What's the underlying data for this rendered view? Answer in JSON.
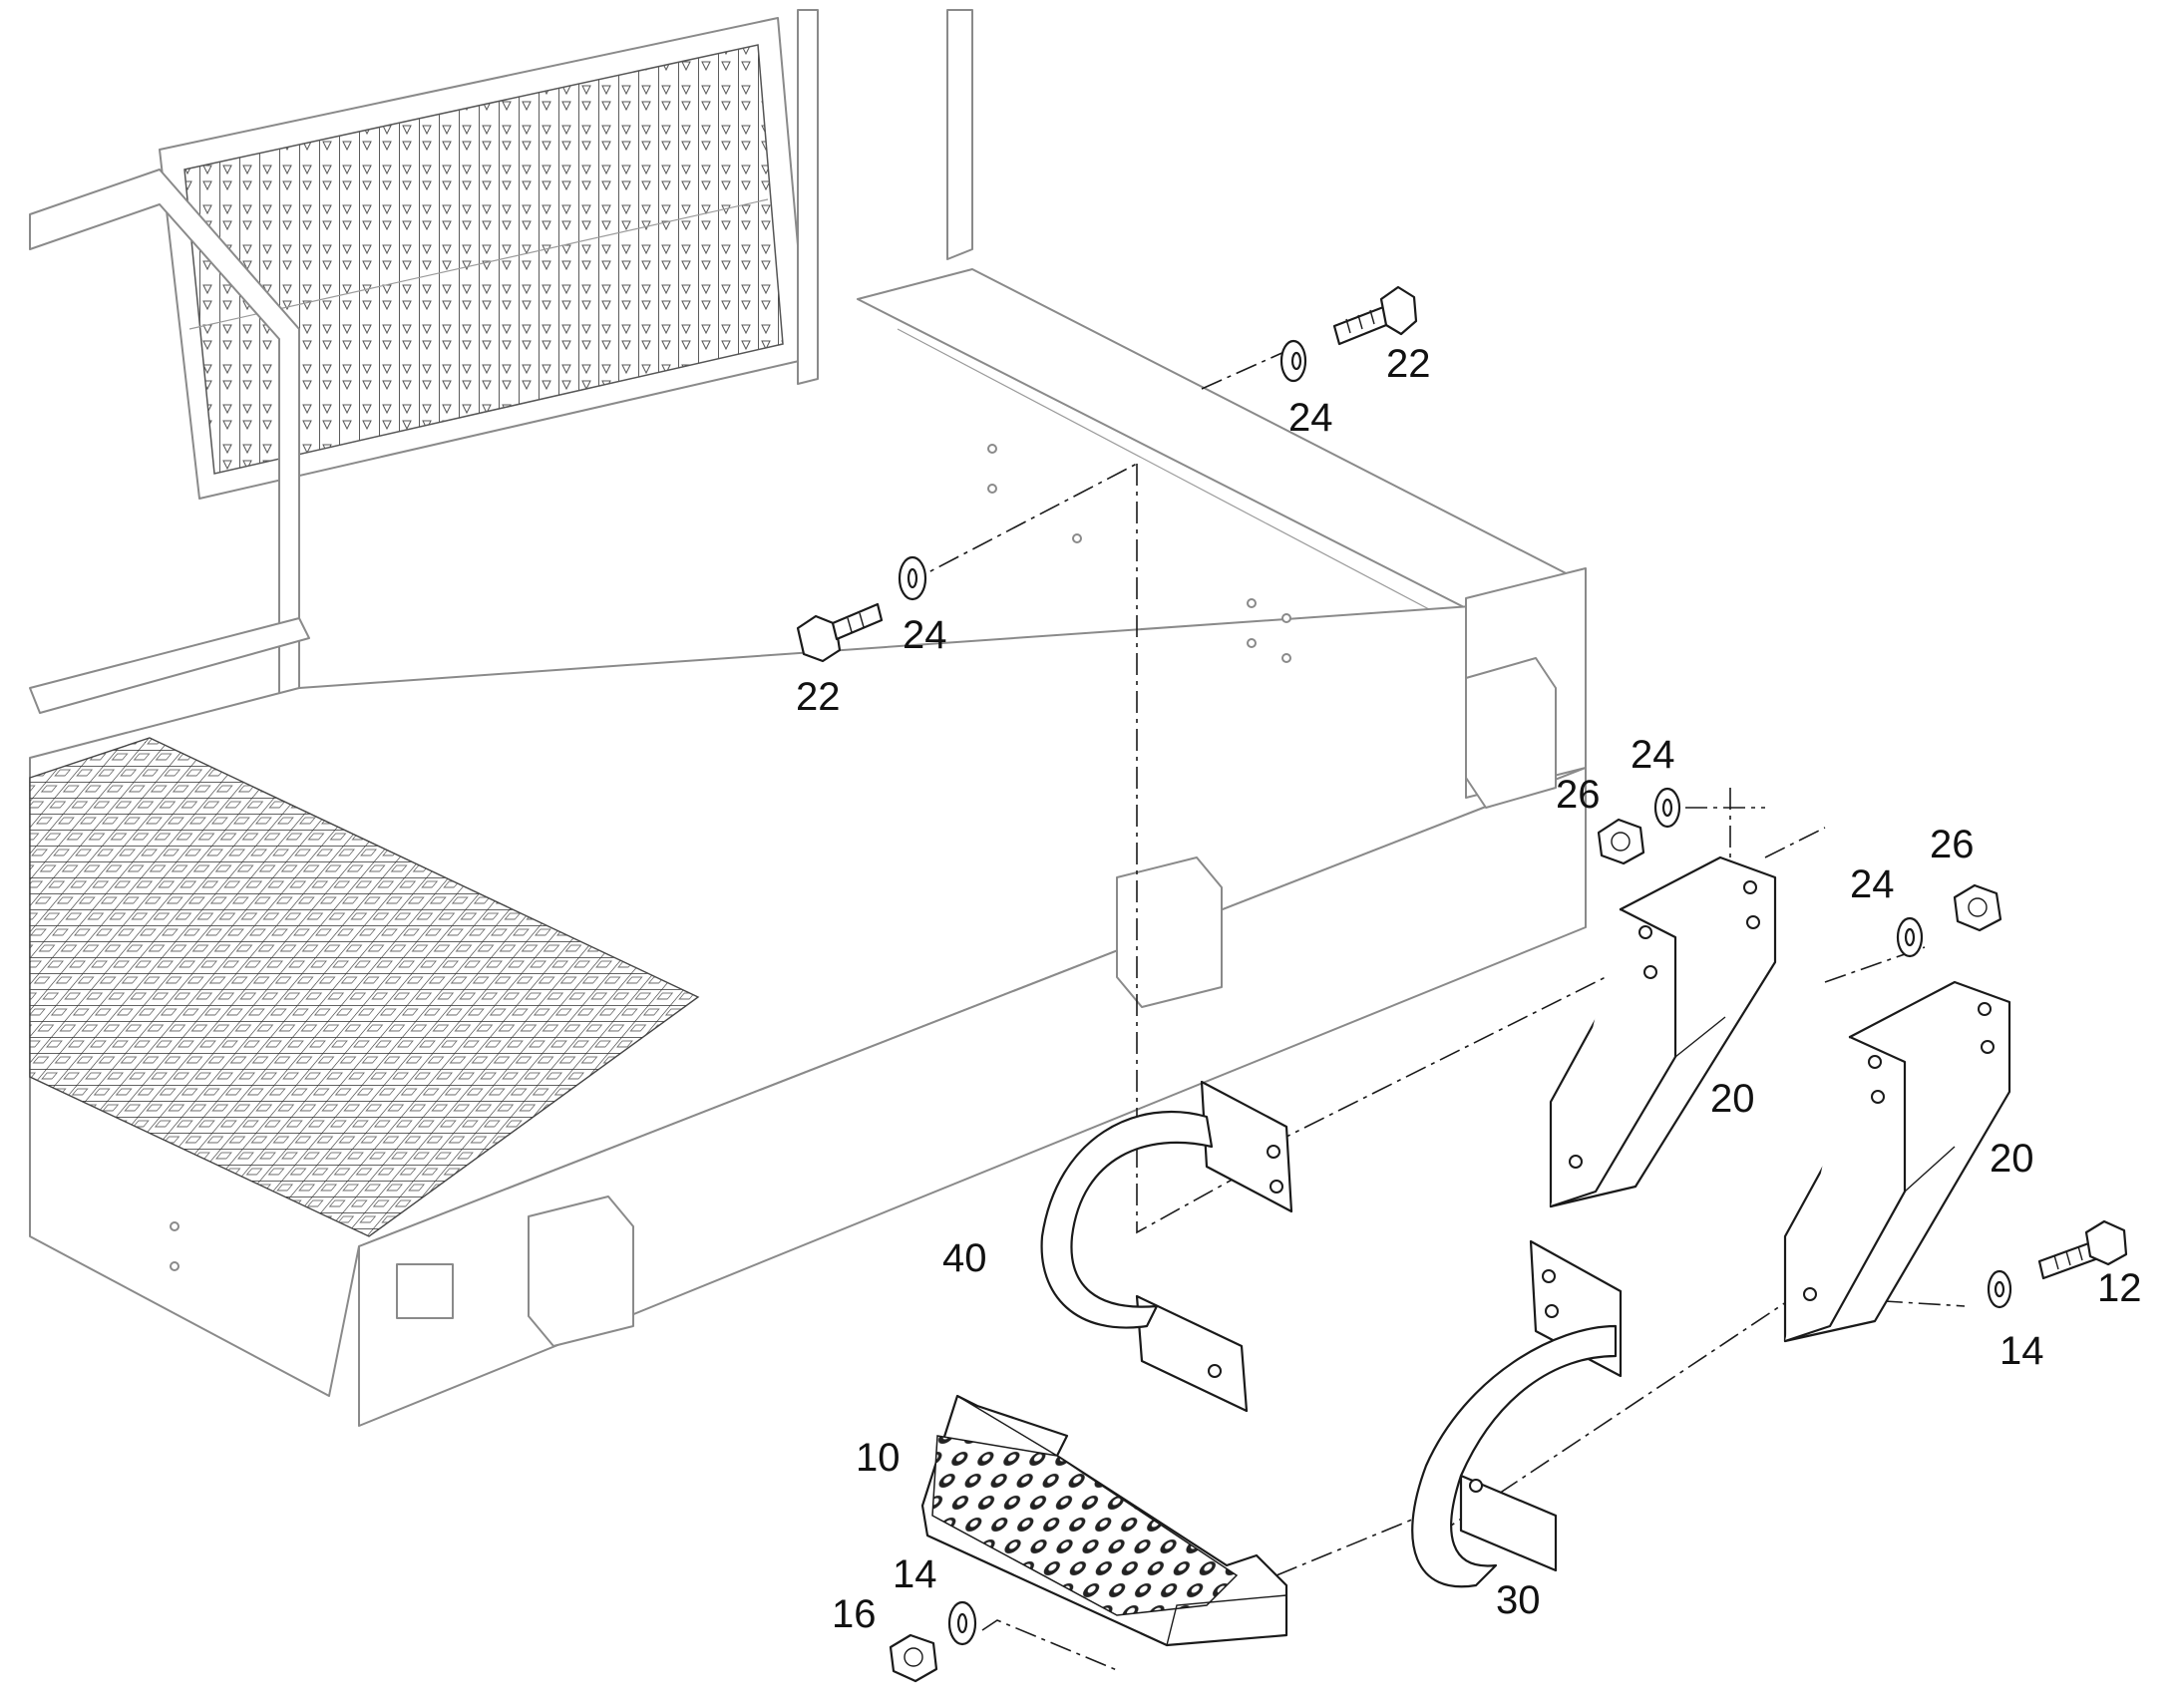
{
  "callouts": {
    "bolt_top": "22",
    "washer_top": "24",
    "bolt_mid": "22",
    "washer_mid": "24",
    "washer_bracket_left": "24",
    "nut_bracket_left": "26",
    "washer_bracket_right": "24",
    "nut_bracket_right": "26",
    "bracket_upper": "20",
    "bracket_lower": "20",
    "handle_left": "40",
    "handle_right": "30",
    "step": "10",
    "washer_step": "14",
    "nut_step": "16",
    "washer_right": "14",
    "bolt_right": "12"
  },
  "colors": {
    "line": "#1a1a1a",
    "frame_grey": "#8a8a8a",
    "background": "#ffffff"
  }
}
